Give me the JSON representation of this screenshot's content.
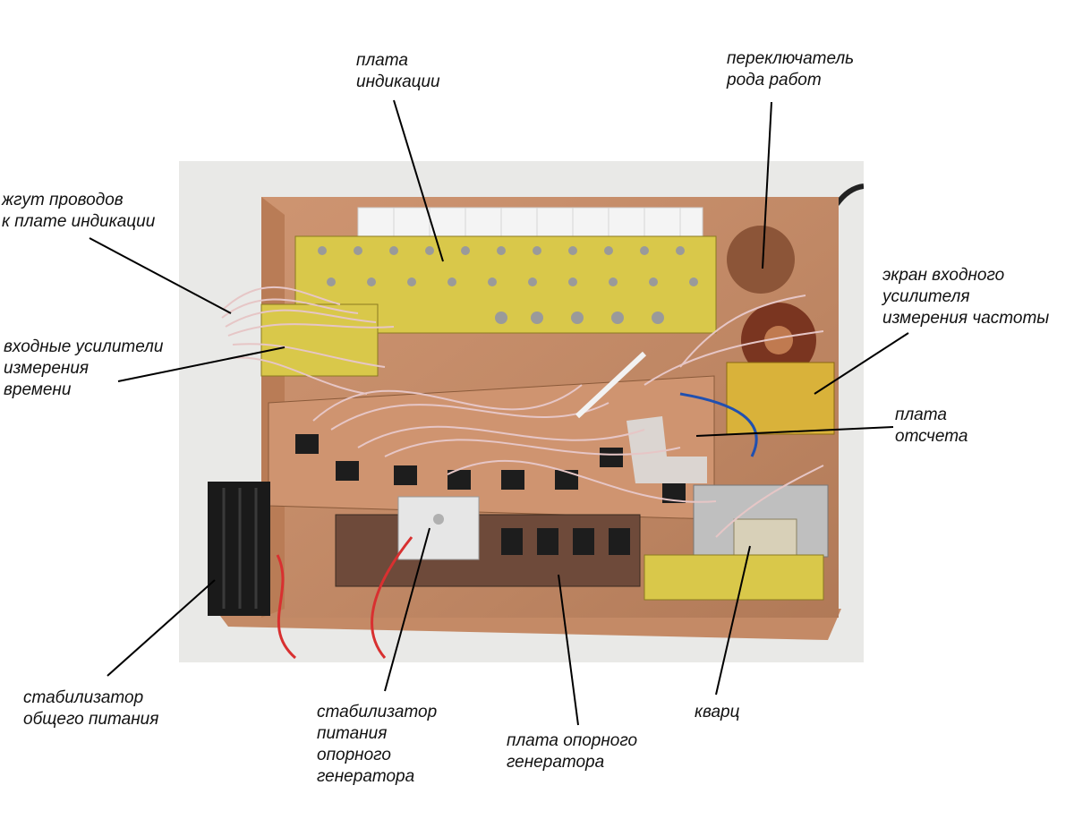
{
  "colors": {
    "background": "#ffffff",
    "text": "#111111",
    "leader": "#000000",
    "photo_backdrop": "#e9e9e7",
    "copper": "#c98a63",
    "pcb_yellow": "#d9c84a",
    "heatsink": "#1a1a1a",
    "wire": "#e6c6c6",
    "red_wire": "#d83030",
    "blue_wire": "#2050b0"
  },
  "photo": {
    "subject": "frequency counter internals",
    "icon": "device-photo-icon"
  },
  "labels": {
    "display_board": "плата\nиндикации",
    "mode_switch": "переключатель\nрода работ",
    "wire_harness": "жгут проводов\nк плате индикации",
    "freq_amp_shield": "экран входного\nусилителя\nизмерения частоты",
    "time_input_amps": "входные усилители\nизмерения\nвремени",
    "count_board": "плата\nотсчета",
    "main_regulator": "стабилизатор\nобщего питания",
    "ref_gen_regulator": "стабилизатор\nпитания\nопорного\nгенератора",
    "ref_gen_board": "плата опорного\nгенератора",
    "quartz": "кварц"
  }
}
